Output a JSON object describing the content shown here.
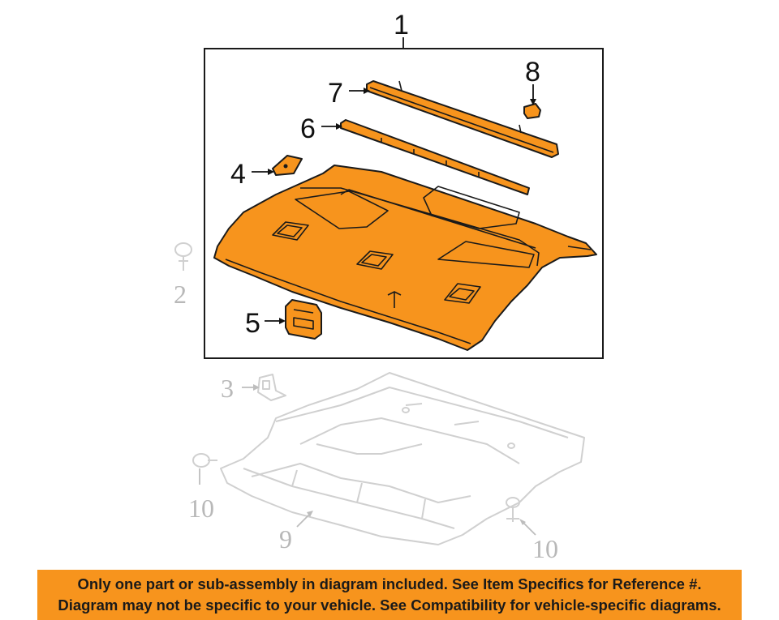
{
  "callouts": {
    "c1": "1",
    "c2": "2",
    "c3": "3",
    "c4": "4",
    "c5": "5",
    "c6": "6",
    "c7": "7",
    "c8": "8",
    "c9": "9",
    "c10a": "10",
    "c10b": "10"
  },
  "colors": {
    "part": "#f7941d",
    "banner": "#f7941d",
    "ghost": "#d0d0d0"
  },
  "banner": {
    "line1": "Only one part or sub-assembly in diagram included. See Item Specifics for Reference #.",
    "line2": "Diagram may not be specific to your vehicle. See Compatibility for vehicle-specific diagrams."
  }
}
